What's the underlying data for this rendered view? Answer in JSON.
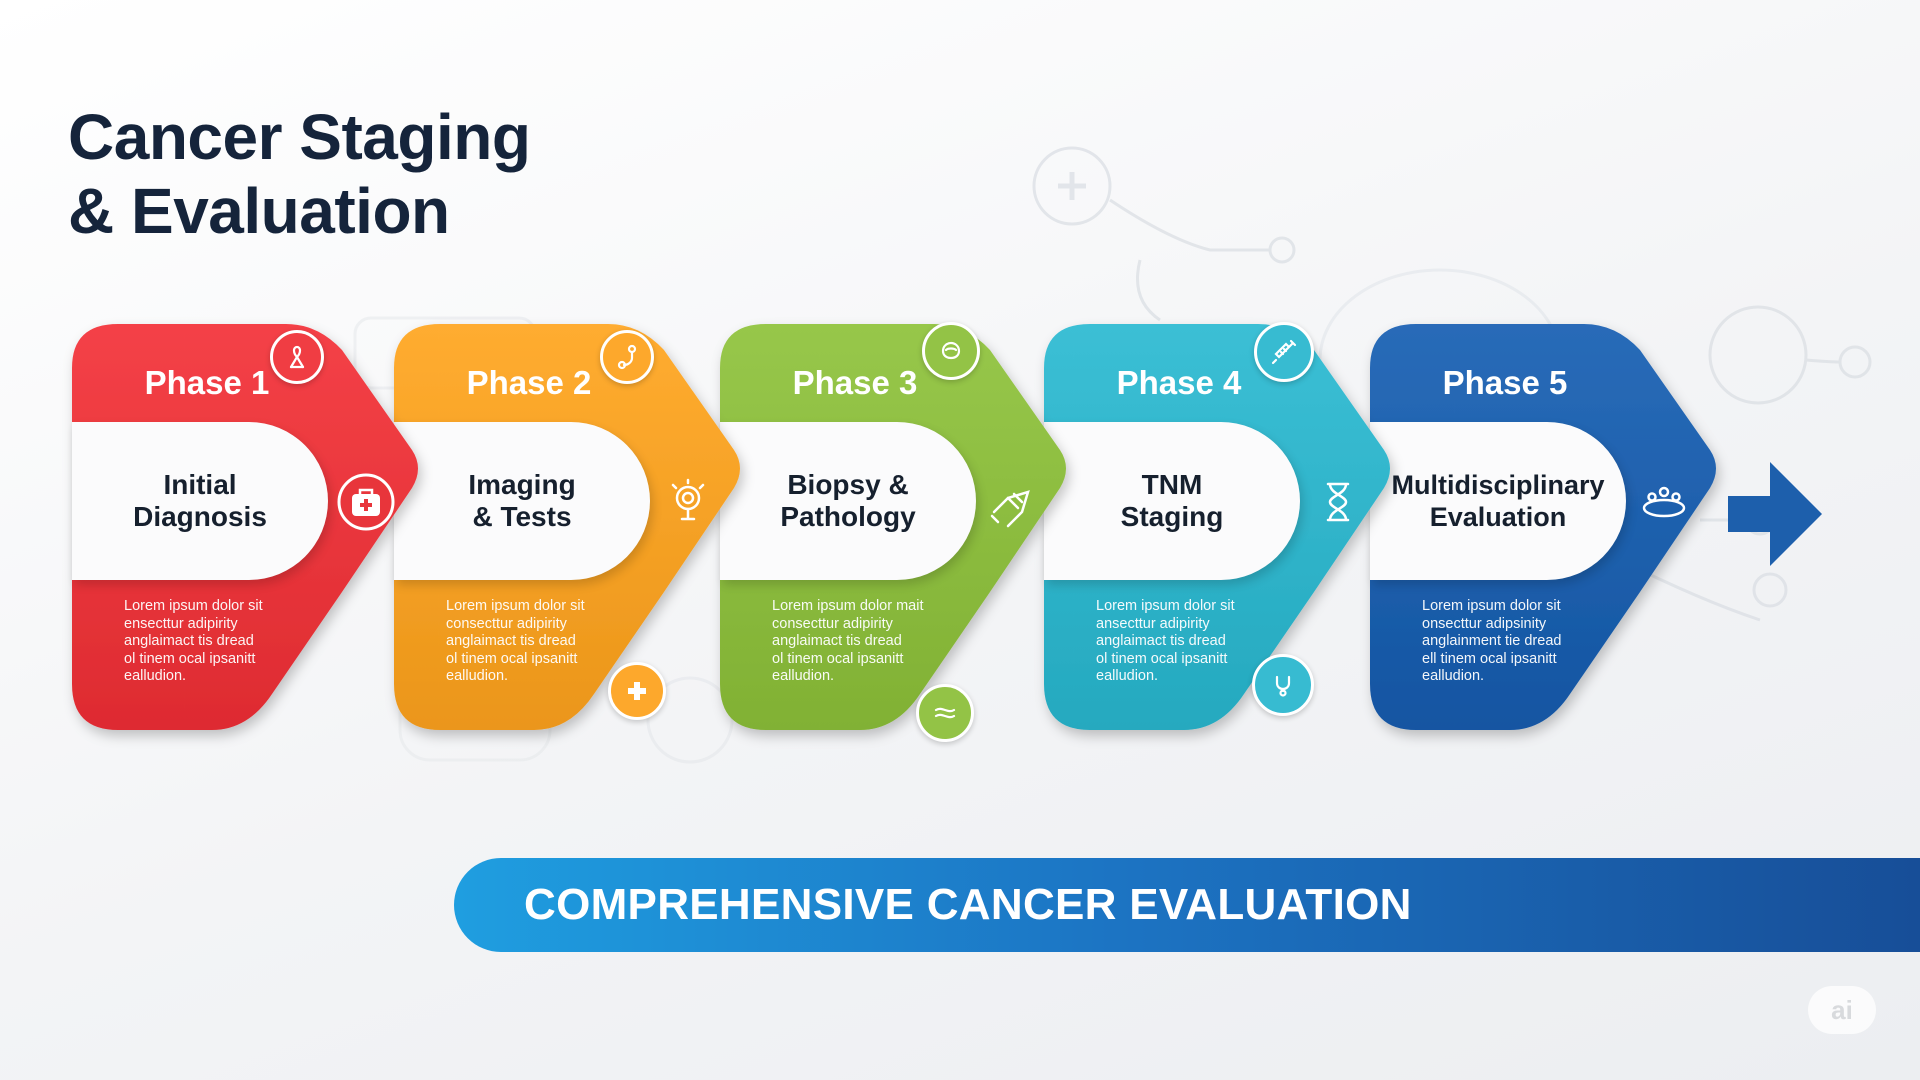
{
  "title": {
    "line1": "Cancer Staging",
    "line2": "& Evaluation"
  },
  "phases": [
    {
      "label": "Phase 1",
      "name": "Initial\nDiagnosis",
      "description": "Lorem ipsum dolor sit\nensecttur adipirity\nanglaimact tis dread\nol tinem ocal ipsanitt\nealludion.",
      "color": "#e8353b",
      "top_icon": "ribbon-icon",
      "side_icon": "first-aid-kit-icon"
    },
    {
      "label": "Phase 2",
      "name": "Imaging\n& Tests",
      "description": "Lorem ipsum dolor sit\nconsecttur adipirity\nanglaimact tis dread\nol tinem ocal ipsanitt\nealludion.",
      "color": "#f5a024",
      "top_icon": "stethoscope-icon",
      "side_icon": "scanner-icon",
      "bottom_icon": "medical-cross-icon"
    },
    {
      "label": "Phase 3",
      "name": "Biopsy &\nPathology",
      "description": "Lorem ipsum dolor mait\nconsecttur adipirity\nanglaimact tis dread\nol tinem ocal ipsanitt\nealludion.",
      "color": "#8bbb3e",
      "top_icon": "organ-icon",
      "side_icon": "biopsy-needle-icon",
      "bottom_icon": "tissue-sample-icon"
    },
    {
      "label": "Phase 4",
      "name": "TNM\nStaging",
      "description": "Lorem ipsum dolor sit\nansecttur adipirity\nanglaimact tis dread\nol tinem ocal ipsanitt\nealludion.",
      "color": "#2fb3c9",
      "top_icon": "syringe-icon",
      "side_icon": "hourglass-icon",
      "bottom_icon": "stethoscope-check-icon"
    },
    {
      "label": "Phase 5",
      "name": "Multidisciplinary\nEvaluation",
      "description": "Lorem ipsum dolor sit\nonsecttur adipsinity\nanglainment tie dread\nell tinem ocal ipsanitt\nealludion.",
      "color": "#1d5fac",
      "side_icon": "team-meeting-icon"
    }
  ],
  "banner": {
    "text": "COMPREHENSIVE CANCER EVALUATION"
  },
  "watermark": "ai",
  "colors": {
    "title": "#15243b",
    "banner_start": "#1f9ee0",
    "banner_end": "#174e98"
  }
}
